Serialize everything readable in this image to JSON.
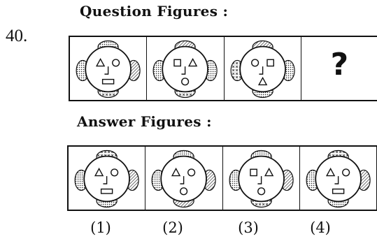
{
  "question": {
    "number": "40.",
    "question_heading": "Question Figures :",
    "answer_heading": "Answer Figures :",
    "missing_marker": "?"
  },
  "answer_labels": [
    "(1)",
    "(2)",
    "(3)",
    "(4)"
  ],
  "figures": {
    "question": [
      {
        "eyes": [
          "triangle",
          "circle"
        ],
        "mouth": "rectangle",
        "top_cap": "dotted",
        "bottom_cap": "crosses",
        "left_ear": "dotted",
        "right_ear": "hatched"
      },
      {
        "eyes": [
          "square",
          "triangle"
        ],
        "mouth": "circle",
        "top_cap": "hatched",
        "bottom_cap": "crosses",
        "left_ear": "dotted",
        "right_ear": "dotted"
      },
      {
        "eyes": [
          "circle",
          "square"
        ],
        "mouth": "triangle",
        "top_cap": "hatched",
        "bottom_cap": "dotted",
        "left_ear": "crosses",
        "right_ear": "dotted"
      }
    ],
    "answers": [
      {
        "eyes": [
          "triangle",
          "circle"
        ],
        "mouth": "rectangle",
        "top_cap": "crosses",
        "bottom_cap": "dotted",
        "left_ear": "dotted",
        "right_ear": "hatched"
      },
      {
        "eyes": [
          "triangle",
          "circle"
        ],
        "mouth": "circle",
        "top_cap": "dotted",
        "bottom_cap": "hatched",
        "left_ear": "dotted",
        "right_ear": "hatched"
      },
      {
        "eyes": [
          "square",
          "triangle"
        ],
        "mouth": "circle",
        "top_cap": "dotted",
        "bottom_cap": "crosses",
        "left_ear": "dotted",
        "right_ear": "hatched"
      },
      {
        "eyes": [
          "triangle",
          "circle"
        ],
        "mouth": "rectangle",
        "top_cap": "crosses",
        "bottom_cap": "dotted",
        "left_ear": "dotted",
        "right_ear": "hatched"
      }
    ]
  }
}
